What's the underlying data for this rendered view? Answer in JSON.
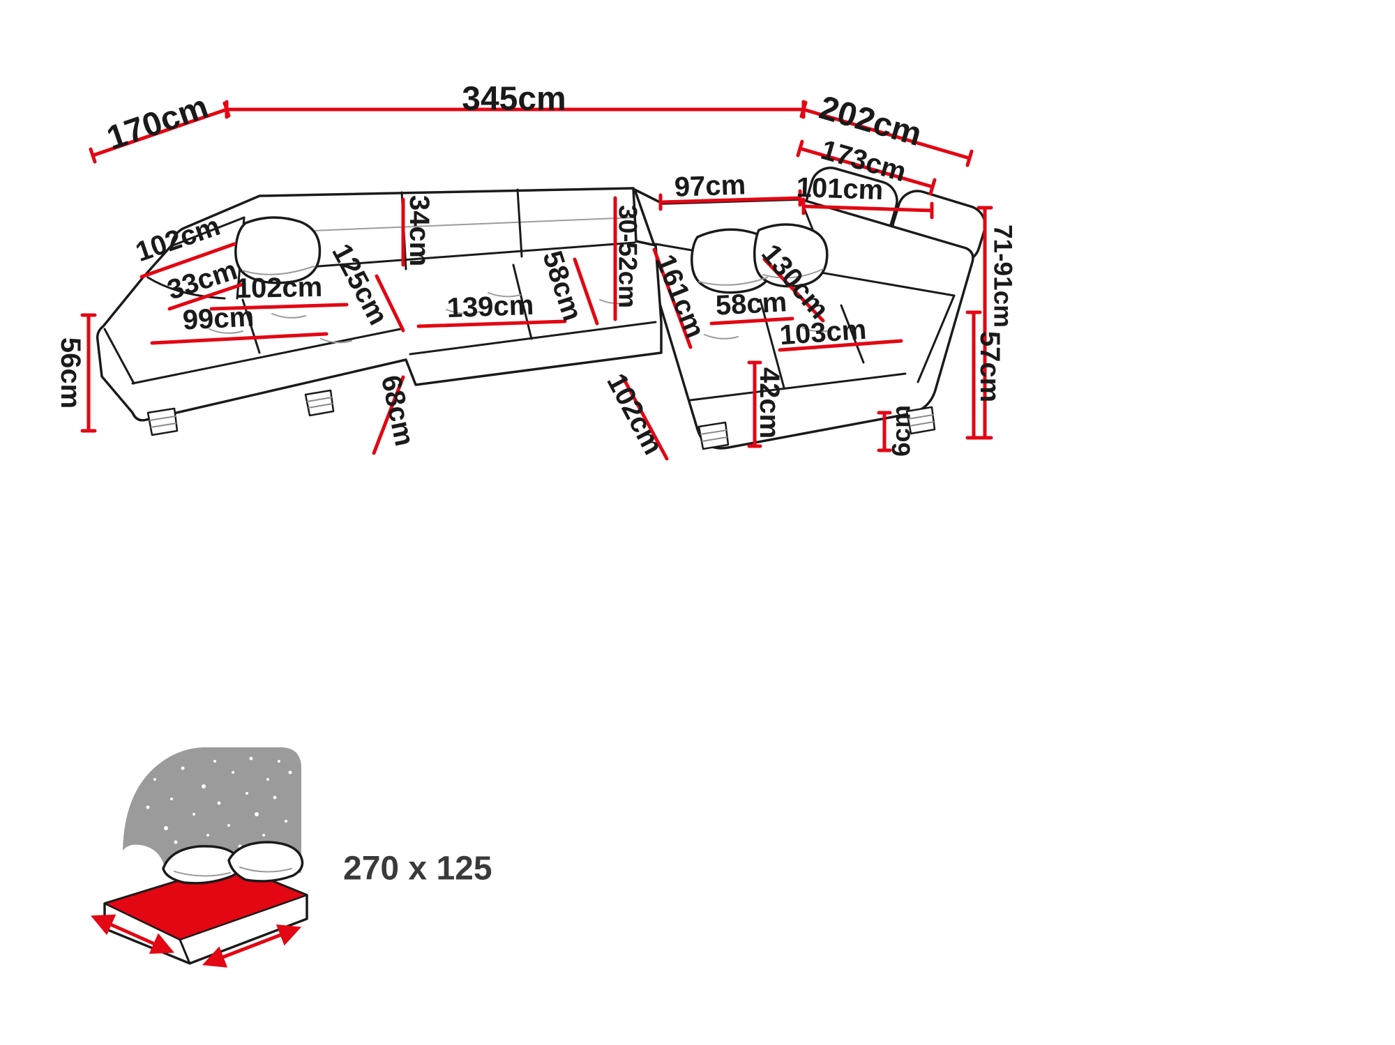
{
  "dimensions": {
    "total_back_width": "345cm",
    "left_side_depth": "170cm",
    "right_side_depth": "202cm",
    "right_inner_depth": "173cm",
    "corner_back_width": "97cm",
    "right_back_inner_width": "101cm",
    "left_armrest_outer_length": "102cm",
    "armrest_width": "33cm",
    "left_seat_width": "102cm",
    "left_chaise_width": "99cm",
    "left_chaise_length": "125cm",
    "backrest_depth": "34cm",
    "center_seat_width": "139cm",
    "seat_depth": "58cm",
    "headrest_height_range": "30-52cm",
    "right_chaise_length": "161cm",
    "right_seat_depth": "58cm",
    "right_armrest_length": "130cm",
    "right_seat_width": "103cm",
    "left_seat_height": "56cm",
    "front_left_base_depth": "68cm",
    "front_right_base_depth": "102cm",
    "seat_height": "42cm",
    "leg_height": "6cm",
    "armrest_height": "57cm",
    "total_height_range": "71-91cm"
  },
  "sleeping_area": {
    "label": "270 x 125"
  },
  "icons": {
    "sleeping_area_icon": "bed-sleeping-area-icon"
  },
  "colors": {
    "dimension_red": "#e30613",
    "outline_black": "#1a1a1a",
    "headboard_grey": "#9b9b9b",
    "label_dark": "#3a3a39"
  }
}
